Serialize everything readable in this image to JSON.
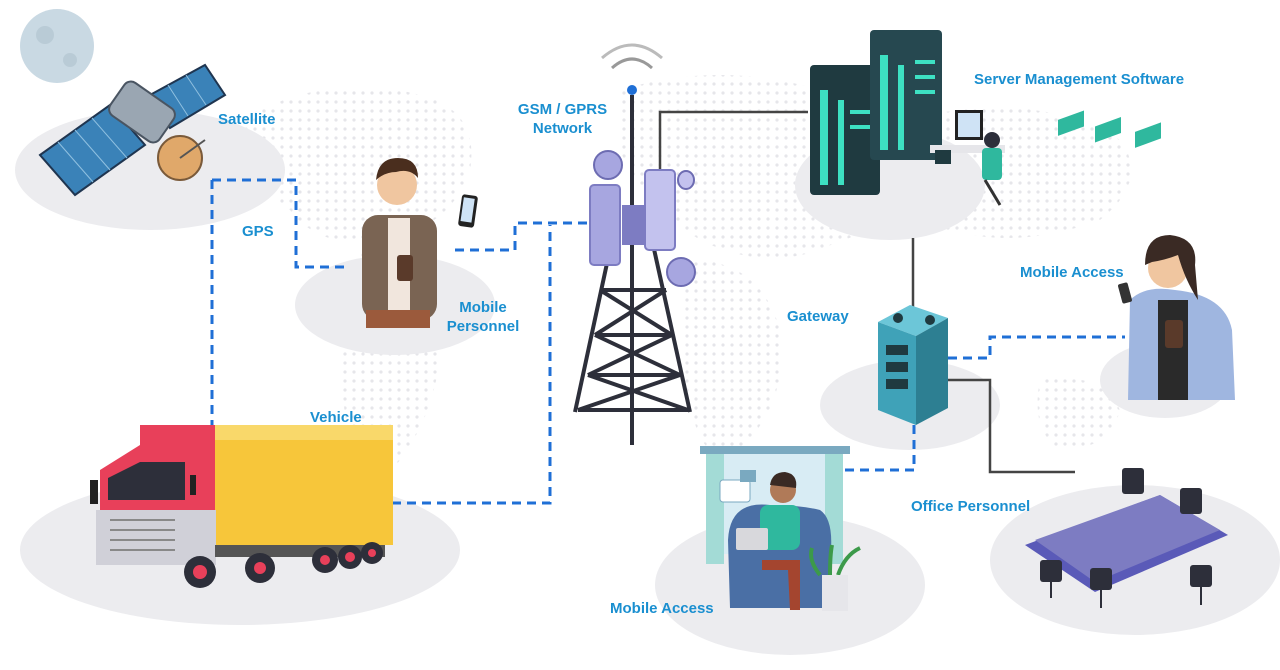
{
  "nodes": {
    "satellite": "Satellite",
    "gps": "GPS",
    "mobile_personnel_line1": "Mobile",
    "mobile_personnel_line2": "Personnel",
    "network_line1": "GSM / GPRS",
    "network_line2": "Network",
    "server": "Server Management Software",
    "mobile_access_right": "Mobile Access",
    "gateway": "Gateway",
    "vehicle": "Vehicle",
    "office_personnel": "Office Personnel",
    "mobile_access_bottom": "Mobile Access"
  },
  "colors": {
    "label": "#1a8fd0",
    "wireless_link": "#1f6fd6",
    "wired_link": "#444444",
    "blob": "#ececef",
    "truck_cargo": "#f7c63a",
    "truck_cab": "#e8405a",
    "server_body": "#1f3a40",
    "server_accent": "#3de0c2",
    "gateway_body": "#3fa2b8",
    "tower": "#2d2f3a",
    "antenna": "#a7a6e0"
  },
  "legend_semantics": {
    "dashed_line": "wireless link",
    "solid_line": "wired link"
  }
}
